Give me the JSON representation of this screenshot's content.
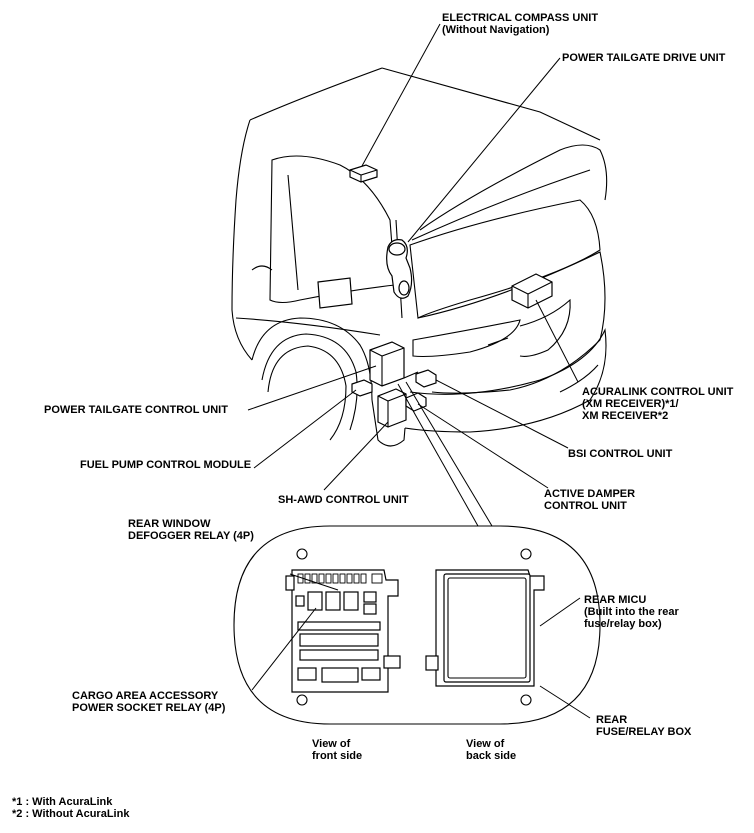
{
  "labels": {
    "electrical_compass": "ELECTRICAL COMPASS UNIT\n(Without Navigation)",
    "power_tailgate_drive": "POWER TAILGATE DRIVE UNIT",
    "acuralink_control": "ACURALINK CONTROL UNIT\n(XM RECEIVER)*1/\nXM RECEIVER*2",
    "power_tailgate_control": "POWER TAILGATE CONTROL UNIT",
    "bsi_control": "BSI CONTROL UNIT",
    "fuel_pump_control": "FUEL PUMP CONTROL MODULE",
    "active_damper": "ACTIVE DAMPER\nCONTROL UNIT",
    "sh_awd_control": "SH-AWD CONTROL UNIT",
    "rear_window_defogger": "REAR WINDOW\nDEFOGGER RELAY (4P)",
    "rear_micu": "REAR MICU\n(Built into the rear\nfuse/relay box)",
    "cargo_area_accessory": "CARGO AREA ACCESSORY\nPOWER SOCKET RELAY (4P)",
    "rear_fuse_relay_box": "REAR\nFUSE/RELAY BOX",
    "view_front": "View of\nfront side",
    "view_back": "View of\nback side"
  },
  "footnotes": {
    "note1": "*1 : With AcuraLink",
    "note2": "*2 : Without AcuraLink"
  }
}
